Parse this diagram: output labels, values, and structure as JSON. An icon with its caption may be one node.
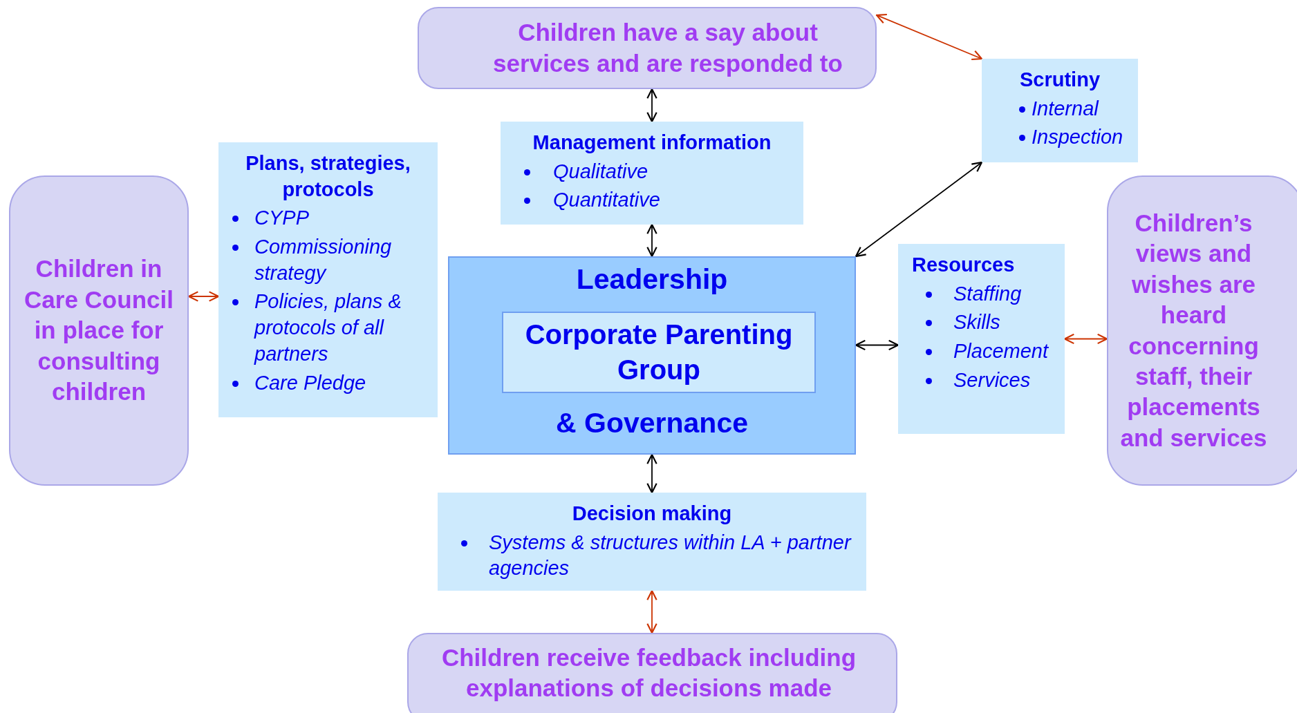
{
  "diagram": {
    "nodes": [
      {
        "text": [
          "Children have a say about services and are responded to"
        ]
      },
      {
        "text": [
          "Scrutiny",
          "Internal",
          "Inspection"
        ]
      },
      {
        "text": [
          "Plans, strategies, protocols",
          "CYPP",
          "Commissioning strategy",
          "Policies, plans  & protocols of all partners",
          "Care Pledge"
        ]
      },
      {
        "text": [
          "Management information",
          "Qualitative",
          "Quantitative"
        ]
      },
      {
        "text": [
          "Children in Care Council in place for consulting children"
        ]
      },
      {
        "text": [
          "Leadership",
          "& Governance"
        ]
      },
      {
        "text": [
          "Corporate Parenting Group"
        ],
        "in": 5
      },
      {
        "text": [
          "Resources",
          "Staffing",
          "Skills",
          "Placement",
          "Services"
        ]
      },
      {
        "text": [
          "Children’s views and wishes are heard concerning staff, their placements and services"
        ]
      },
      {
        "text": [
          "Decision making",
          "Systems & structures within LA + partner agencies"
        ]
      },
      {
        "text": [
          "Children receive feedback including explanations of decisions made"
        ]
      }
    ],
    "edges": [
      {
        "from": 0,
        "to": 3,
        "arrow": "both"
      },
      {
        "from": 0,
        "to": 1,
        "arrow": "both",
        "color": "#cc3300"
      },
      {
        "from": 4,
        "to": 2,
        "arrow": "both",
        "color": "#cc3300"
      },
      {
        "from": 3,
        "to": 5,
        "arrow": "both"
      },
      {
        "from": 5,
        "to": 1,
        "arrow": "both"
      },
      {
        "from": 5,
        "to": 7,
        "arrow": "both"
      },
      {
        "from": 7,
        "to": 8,
        "arrow": "both",
        "color": "#cc3300"
      },
      {
        "from": 5,
        "to": 9,
        "arrow": "both"
      },
      {
        "from": 9,
        "to": 10,
        "arrow": "both",
        "color": "#cc3300"
      }
    ]
  }
}
